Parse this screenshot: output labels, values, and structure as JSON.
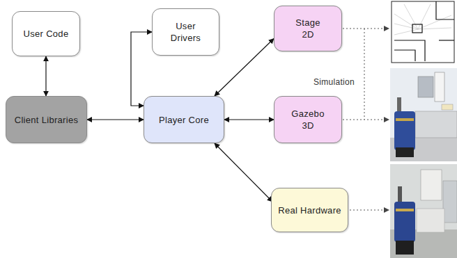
{
  "diagram": {
    "nodes": [
      {
        "text": [
          "User Code"
        ]
      },
      {
        "text": [
          "User Drivers"
        ]
      },
      {
        "text": [
          "Stage 2D"
        ]
      },
      {
        "text": [
          "Client Libraries"
        ]
      },
      {
        "text": [
          "Player Core"
        ]
      },
      {
        "text": [
          "Gazebo 3D"
        ]
      },
      {
        "text": [
          "Real Hardware"
        ]
      }
    ],
    "edges": [
      {
        "from": 0,
        "to": 3,
        "arrow": "both"
      },
      {
        "from": 3,
        "to": 4,
        "arrow": "both"
      },
      {
        "from": 4,
        "to": 1,
        "arrow": "both"
      },
      {
        "from": 4,
        "to": 2,
        "arrow": "both"
      },
      {
        "from": 4,
        "to": 5,
        "arrow": "both"
      },
      {
        "from": 4,
        "to": 6,
        "arrow": "both"
      }
    ],
    "labels": [
      "Simulation"
    ]
  }
}
